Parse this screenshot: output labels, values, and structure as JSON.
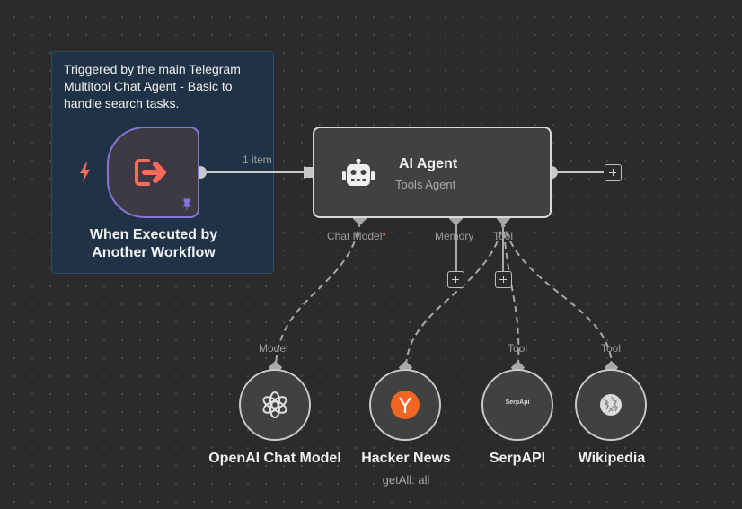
{
  "sticky_note": {
    "text": "Triggered by the main Telegram Multitool Chat Agent - Basic to handle search tasks."
  },
  "trigger": {
    "label": "When Executed by Another Workflow",
    "connection_label": "1 item"
  },
  "agent": {
    "title": "AI Agent",
    "subtitle": "Tools Agent",
    "ports": {
      "chat_model": "Chat Model",
      "chat_model_required": "*",
      "memory": "Memory",
      "tool": "Tool"
    }
  },
  "sub_nodes": [
    {
      "label": "OpenAI Chat Model",
      "port": "Model",
      "sub": ""
    },
    {
      "label": "Hacker News",
      "port": "",
      "sub": "getAll: all"
    },
    {
      "label": "SerpAPI",
      "port": "Tool",
      "sub": "",
      "logo_text": "SerpApi"
    },
    {
      "label": "Wikipedia",
      "port": "Tool",
      "sub": ""
    }
  ],
  "colors": {
    "canvas": "#2b2b2b",
    "sticky": "#203346",
    "trigger_border": "#8674d8",
    "accent": "#ff6d5a",
    "hacker_news": "#f26522"
  }
}
